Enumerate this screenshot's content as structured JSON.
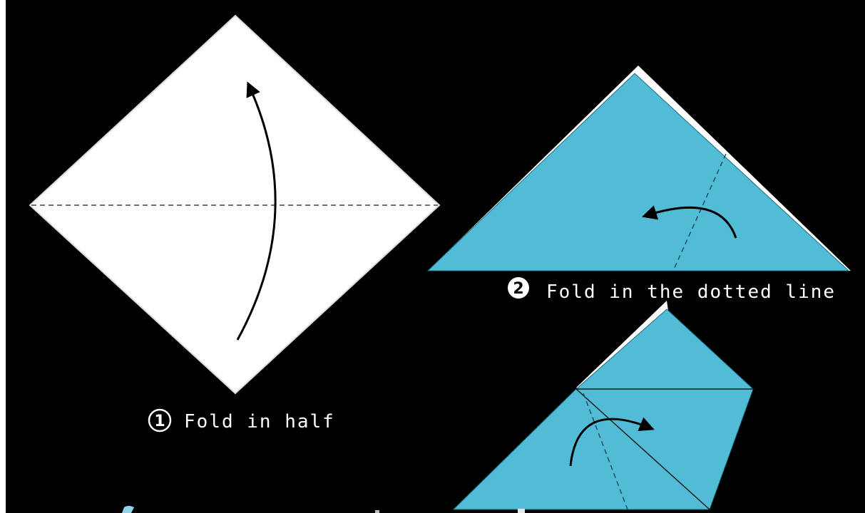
{
  "steps": [
    {
      "number": "1",
      "caption": "Fold in half"
    },
    {
      "number": "2",
      "caption": "Fold in the dotted line"
    }
  ],
  "colors": {
    "background": "#000000",
    "paper_front": "#ffffff",
    "paper_back": "#52bcd6",
    "line": "#111111",
    "dotted_line": "#333333"
  }
}
